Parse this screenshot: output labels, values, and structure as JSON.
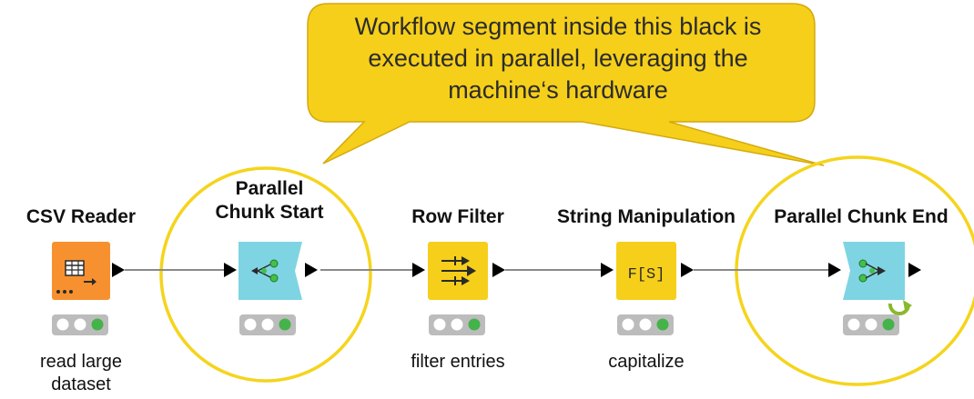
{
  "callout": {
    "lines": [
      "Workflow segment inside this black is",
      "executed in parallel, leveraging the",
      "machine‘s hardware"
    ]
  },
  "nodes": [
    {
      "id": "csv-reader",
      "title": [
        "CSV Reader"
      ],
      "label": [
        "read large",
        "dataset"
      ],
      "color": "#f7912f",
      "icon": "table-reader-icon"
    },
    {
      "id": "parallel-chunk-start",
      "title": [
        "Parallel",
        "Chunk Start"
      ],
      "label": [],
      "color": "#7fd4e3",
      "icon": "chunk-start-icon"
    },
    {
      "id": "row-filter",
      "title": [
        "Row Filter"
      ],
      "label": [
        "filter entries"
      ],
      "color": "#f5cf1a",
      "icon": "filter-icon"
    },
    {
      "id": "string-manipulation",
      "title": [
        "String Manipulation"
      ],
      "label": [
        "capitalize"
      ],
      "color": "#f5cf1a",
      "icon": "fs-icon"
    },
    {
      "id": "parallel-chunk-end",
      "title": [
        "Parallel Chunk End"
      ],
      "label": [],
      "color": "#7fd4e3",
      "icon": "chunk-end-icon"
    }
  ],
  "colors": {
    "callout_fill": "#f5cf1a",
    "highlight_circle": "#f5d41c",
    "status_green": "#43b34a",
    "status_tray": "#bcbcbc"
  }
}
